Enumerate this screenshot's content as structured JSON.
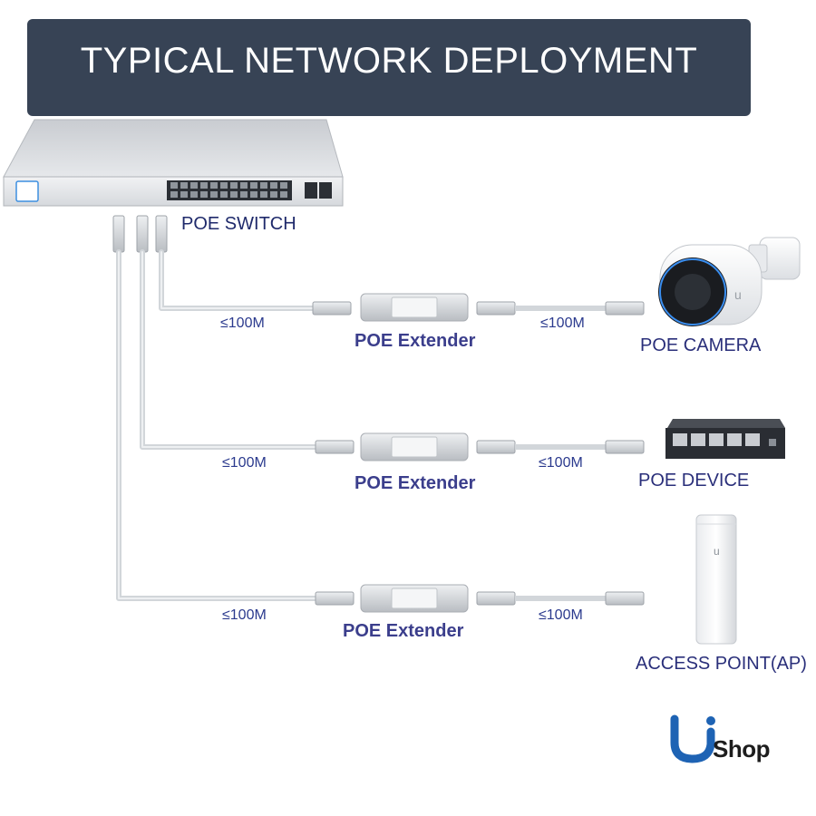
{
  "title": "TYPICAL NETWORK DEPLOYMENT",
  "switch_label": "POE SWITCH",
  "branches": [
    {
      "left_distance": "≤100M",
      "extender": "POE Extender",
      "right_distance": "≤100M",
      "device": "POE CAMERA"
    },
    {
      "left_distance": "≤100M",
      "extender": "POE Extender",
      "right_distance": "≤100M",
      "device": "POE DEVICE"
    },
    {
      "left_distance": "≤100M",
      "extender": "POE Extender",
      "right_distance": "≤100M",
      "device": "ACCESS POINT(AP)"
    }
  ],
  "logo": {
    "letter": "U",
    "text": "Shop"
  },
  "colors": {
    "banner": "#374355",
    "label": "#1f2a6b",
    "cable": "#d2d6da",
    "logo_blue": "#1e63b4"
  }
}
